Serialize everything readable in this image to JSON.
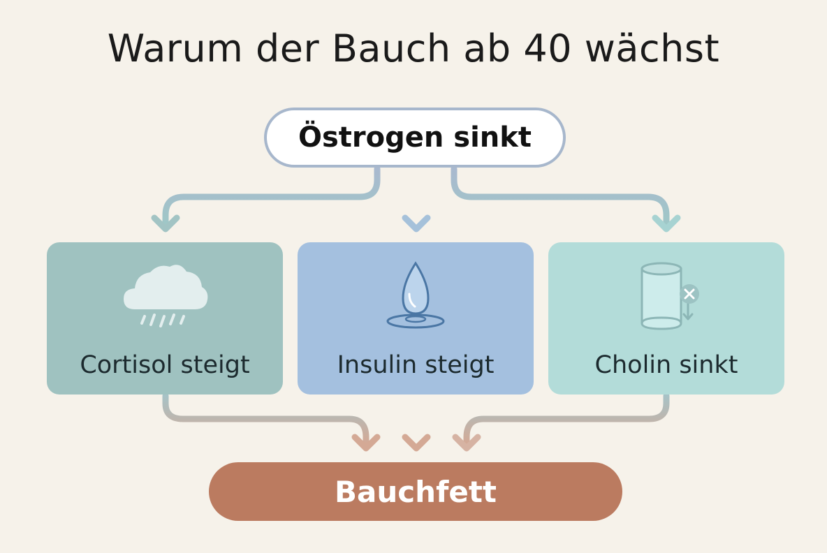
{
  "title": "Warum der Bauch ab 40 wächst",
  "top_node": {
    "label": "Östrogen sinkt"
  },
  "factors": [
    {
      "label": "Cortisol steigt",
      "icon": "rain-cloud-icon"
    },
    {
      "label": "Insulin steigt",
      "icon": "water-drop-icon"
    },
    {
      "label": "Cholin sinkt",
      "icon": "cylinder-x-icon"
    }
  ],
  "bottom_node": {
    "label": "Bauchfett"
  },
  "colors": {
    "background": "#f6f2ea",
    "top_border": "#a7b7cc",
    "cortisol_box": "#9fc2c0",
    "insulin_box": "#a4c0df",
    "cholin_box": "#b3dcd9",
    "result": "#bb7b60"
  }
}
